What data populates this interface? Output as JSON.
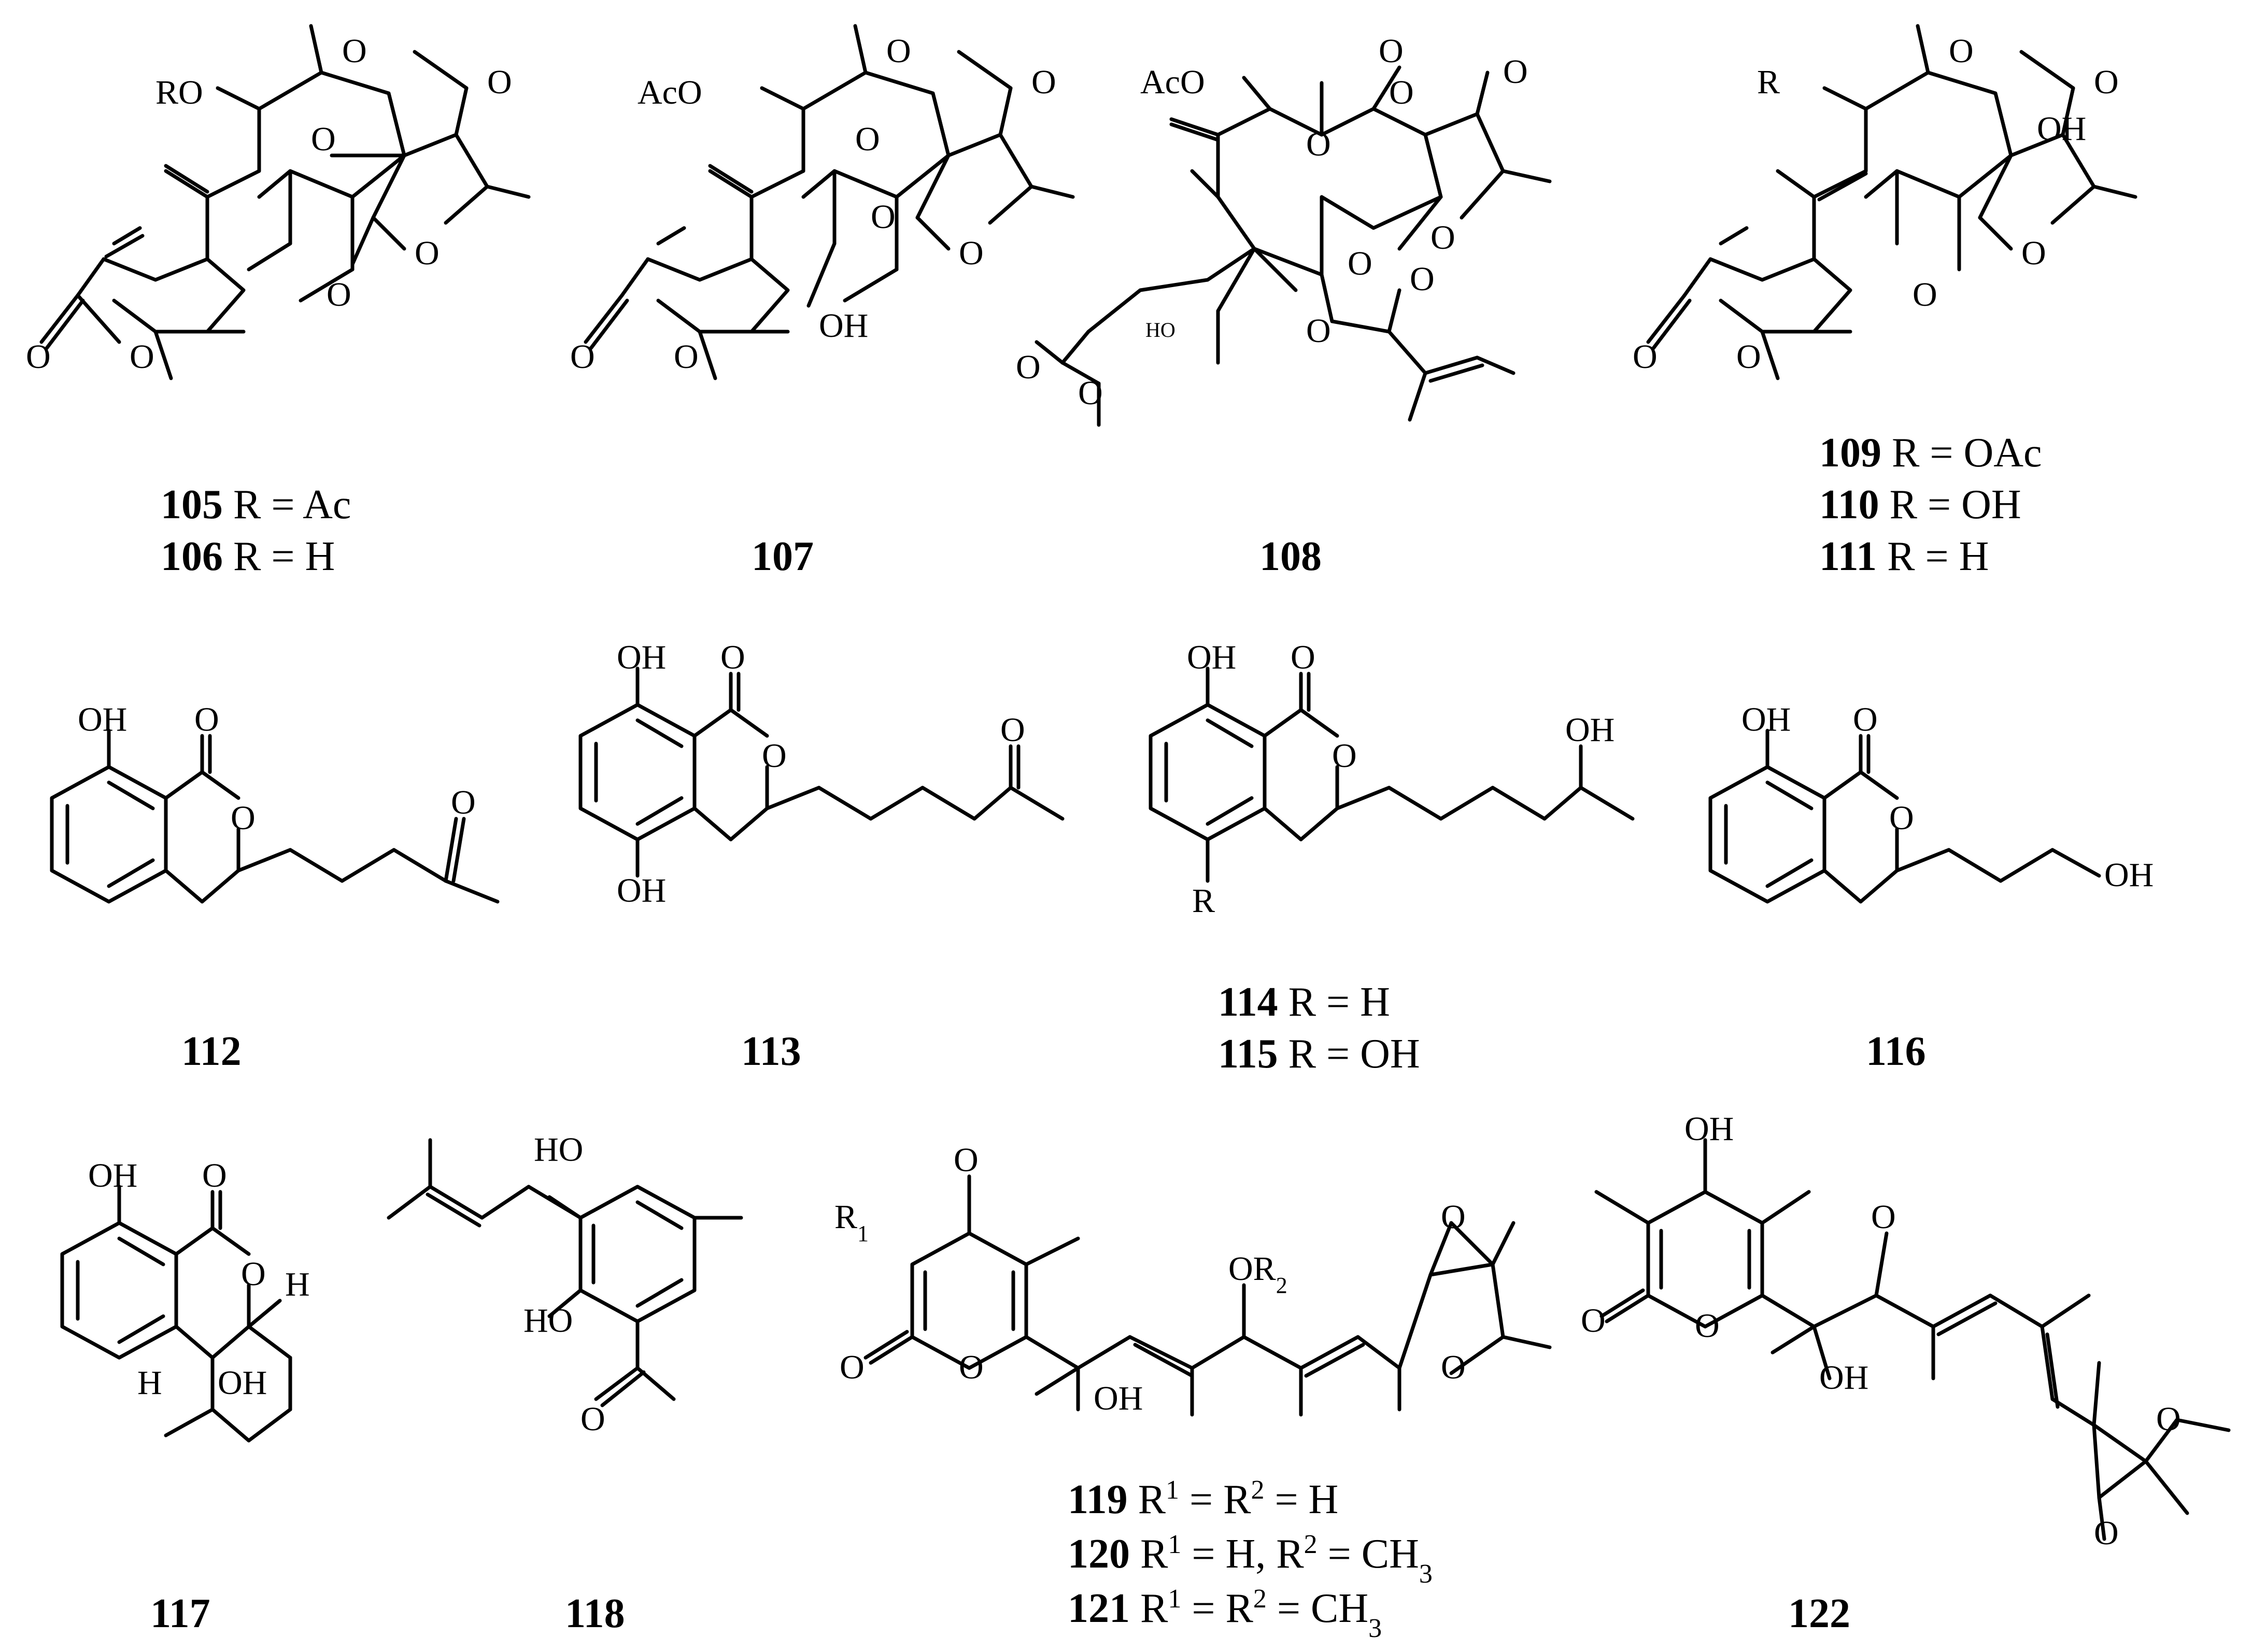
{
  "compounds": [
    {
      "id": "105",
      "caption_lines": [
        {
          "num": "105",
          "text": " R = Ac"
        },
        {
          "num": "106",
          "text": " R = H"
        }
      ]
    },
    {
      "id": "107",
      "caption_lines": [
        {
          "num": "107",
          "text": ""
        }
      ]
    },
    {
      "id": "108",
      "caption_lines": [
        {
          "num": "108",
          "text": ""
        }
      ]
    },
    {
      "id": "109",
      "caption_lines": [
        {
          "num": "109",
          "text": " R = OAc"
        },
        {
          "num": "110",
          "text": " R = OH"
        },
        {
          "num": "111",
          "text": " R = H"
        }
      ]
    },
    {
      "id": "112",
      "caption_lines": [
        {
          "num": "112",
          "text": ""
        }
      ]
    },
    {
      "id": "113",
      "caption_lines": [
        {
          "num": "113",
          "text": ""
        }
      ]
    },
    {
      "id": "114",
      "caption_lines": [
        {
          "num": "114",
          "text": " R = H"
        },
        {
          "num": "115",
          "text": " R = OH"
        }
      ]
    },
    {
      "id": "116",
      "caption_lines": [
        {
          "num": "116",
          "text": ""
        }
      ]
    },
    {
      "id": "117",
      "caption_lines": [
        {
          "num": "117",
          "text": ""
        }
      ]
    },
    {
      "id": "118",
      "caption_lines": [
        {
          "num": "118",
          "text": ""
        }
      ]
    },
    {
      "id": "119",
      "caption_lines": [
        {
          "num": "119",
          "text": " R",
          "sup1": "1",
          "mid": " = R",
          "sup2": "2",
          "tail": " = H"
        },
        {
          "num": "120",
          "text": " R",
          "sup1": "1",
          "mid": " = H, R",
          "sup2": "2",
          "tail": " = CH",
          "sub": "3"
        },
        {
          "num": "121",
          "text": " R",
          "sup1": "1",
          "mid": " = R",
          "sup2": "2",
          "tail": " = CH",
          "sub": "3"
        }
      ]
    },
    {
      "id": "122",
      "caption_lines": [
        {
          "num": "122",
          "text": ""
        }
      ]
    }
  ],
  "atom_labels": {
    "RO": "RO",
    "AcO": "AcO",
    "R": "R",
    "O": "O",
    "OH": "OH",
    "HO": "HO",
    "H": "H",
    "R1": "R",
    "R1_sub": "1",
    "OR2": "OR",
    "OR2_sub": "2"
  }
}
